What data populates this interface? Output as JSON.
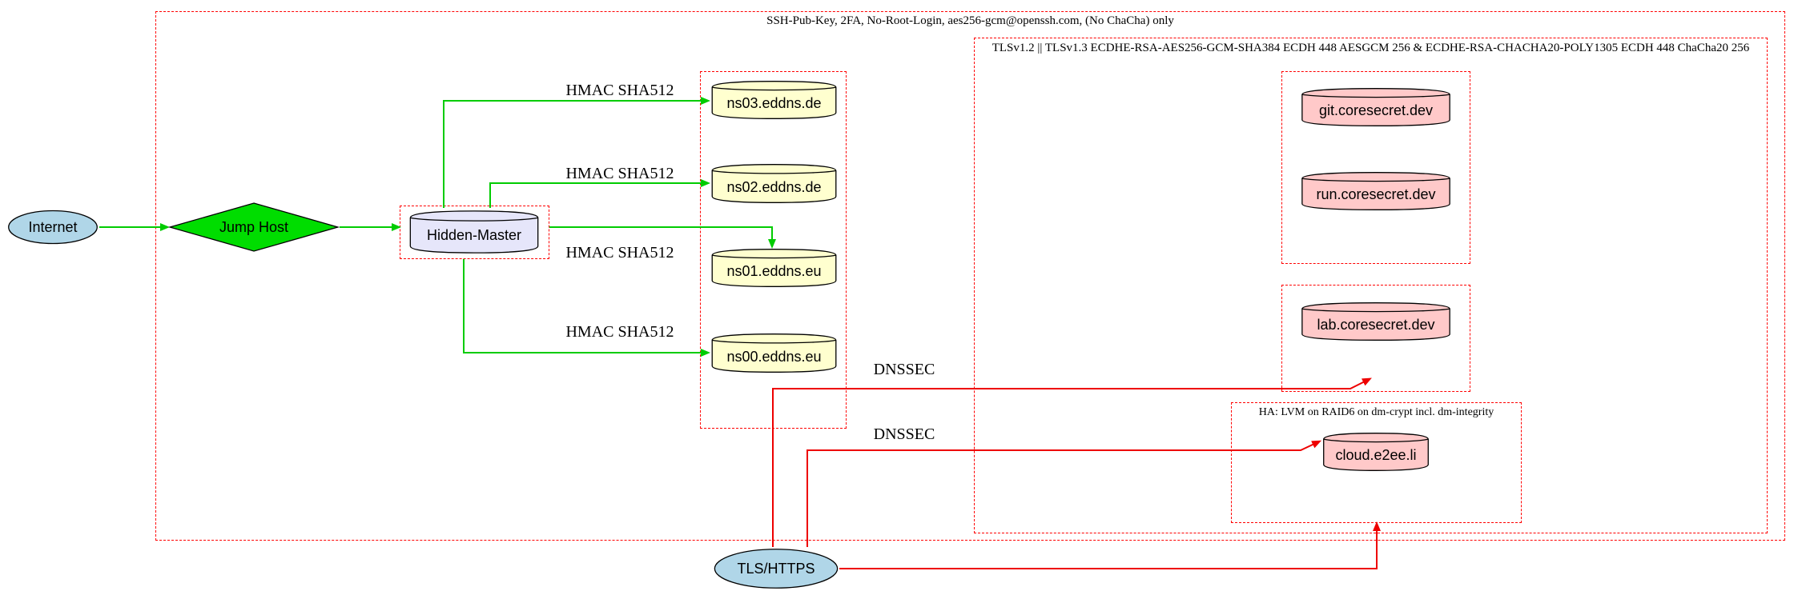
{
  "colors": {
    "edge_green": "#00cc00",
    "edge_red": "#ee0000",
    "cluster_border": "#ff0000",
    "node_border": "#000000",
    "internet_fill": "#b0d6e8",
    "jump_fill": "#00dd00",
    "hidden_master_fill": "#e6e6fa",
    "ns_fill": "#ffffcf",
    "web_fill": "#ffc9c9",
    "tls_https_fill": "#b0d6e8"
  },
  "clusters": {
    "ssh_label": "SSH-Pub-Key, 2FA, No-Root-Login, aes256-gcm@openssh.com, (No ChaCha) only",
    "tls_label": "TLSv1.2 || TLSv1.3 ECDHE-RSA-AES256-GCM-SHA384 ECDH 448 AESGCM 256 & ECDHE-RSA-CHACHA20-POLY1305 ECDH 448 ChaCha20 256",
    "ha_label": "HA: LVM on RAID6 on dm-crypt incl. dm-integrity"
  },
  "nodes": {
    "internet": {
      "label": "Internet",
      "fill": "#b0d6e8"
    },
    "jump_host": {
      "label": "Jump Host",
      "fill": "#00dd00"
    },
    "hidden_master": {
      "label": "Hidden-Master",
      "fill": "#e6e6fa"
    },
    "ns03": {
      "label": "ns03.eddns.de",
      "fill": "#ffffcf"
    },
    "ns02": {
      "label": "ns02.eddns.de",
      "fill": "#ffffcf"
    },
    "ns01": {
      "label": "ns01.eddns.eu",
      "fill": "#ffffcf"
    },
    "ns00": {
      "label": "ns00.eddns.eu",
      "fill": "#ffffcf"
    },
    "git": {
      "label": "git.coresecret.dev",
      "fill": "#ffc9c9"
    },
    "run": {
      "label": "run.coresecret.dev",
      "fill": "#ffc9c9"
    },
    "lab": {
      "label": "lab.coresecret.dev",
      "fill": "#ffc9c9"
    },
    "cloud": {
      "label": "cloud.e2ee.li",
      "fill": "#ffc9c9"
    },
    "tls_https": {
      "label": "TLS/HTTPS",
      "fill": "#b0d6e8"
    }
  },
  "edge_labels": {
    "hmac": "HMAC SHA512",
    "dnssec": "DNSSEC"
  }
}
